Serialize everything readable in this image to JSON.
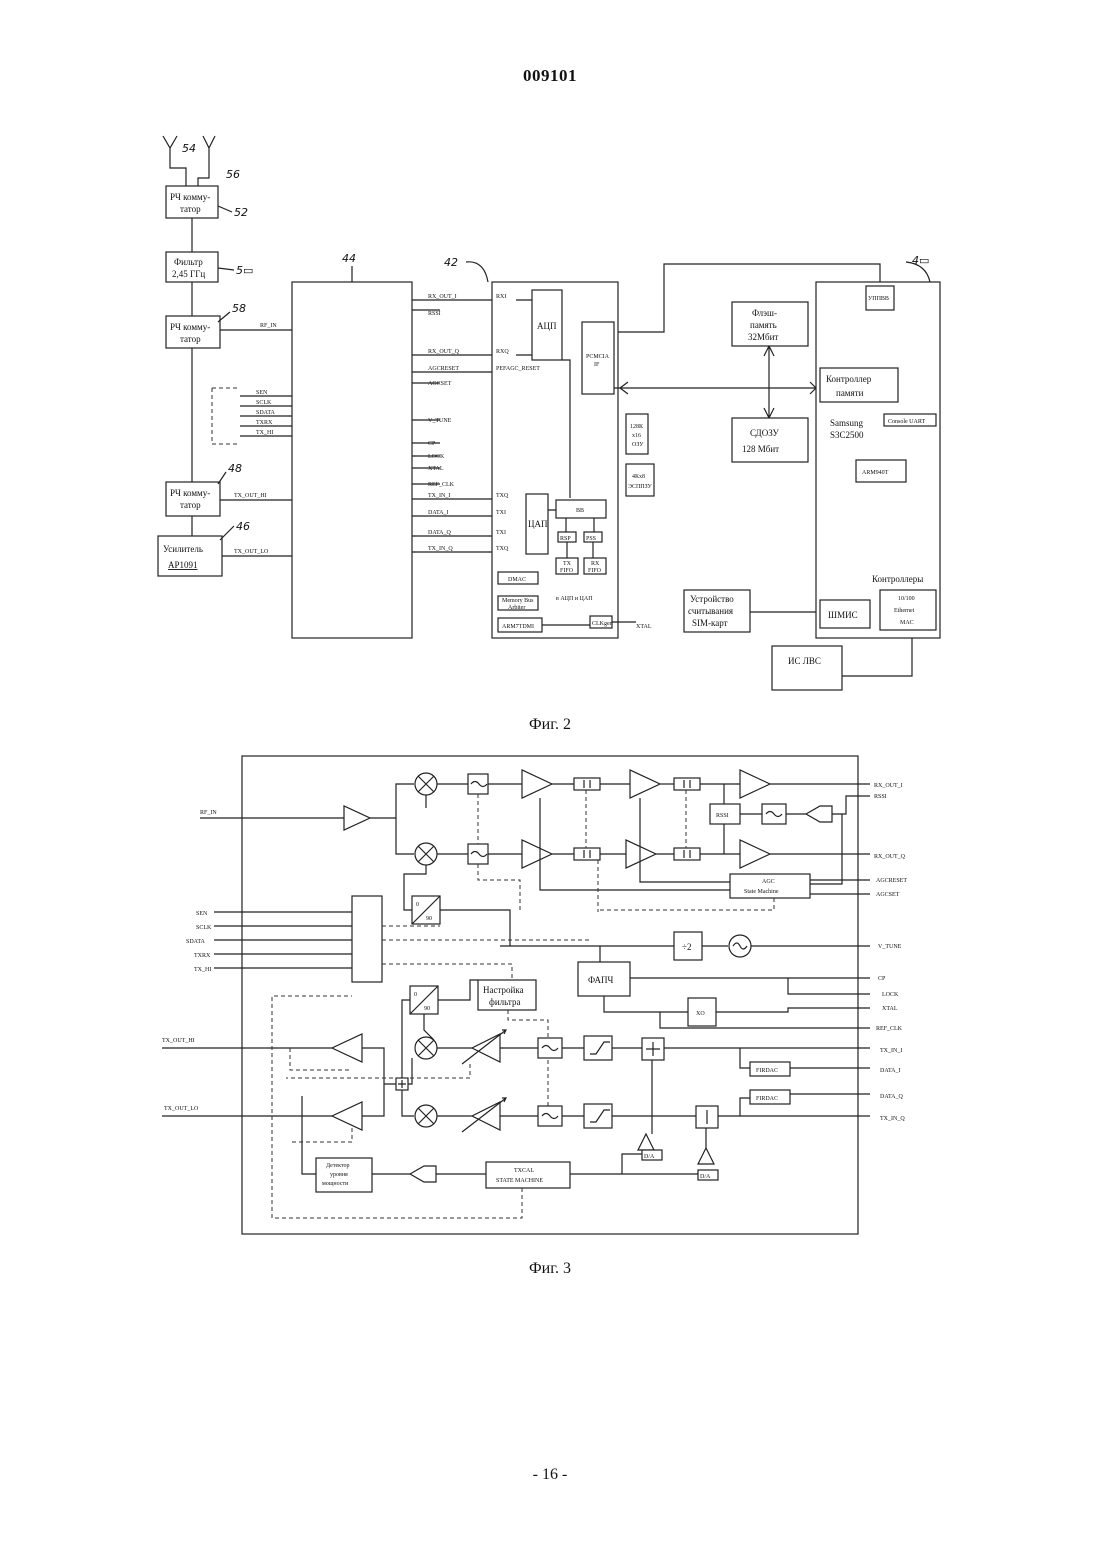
{
  "page": {
    "doc_number": "009101",
    "page_number": "- 16 -"
  },
  "fig2": {
    "caption": "Фиг. 2",
    "ref_54": "54",
    "ref_56": "56",
    "ref_52": "52",
    "ref_50": "5▭",
    "ref_58": "58",
    "ref_48": "48",
    "ref_46": "46",
    "ref_44": "44",
    "ref_42": "42",
    "ref_40": "4▭",
    "rf_switch_top": [
      "РЧ комму-",
      "татор"
    ],
    "filter": [
      "Фильтр",
      "2,45 ГГц"
    ],
    "rf_switch_mid": [
      "РЧ комму-",
      "татор"
    ],
    "rf_switch_low": [
      "РЧ комму-",
      "татор"
    ],
    "amplifier": [
      "Усилитель",
      "AP1091"
    ],
    "sig_rf_in": "RF_IN",
    "sig_tx_out_hi": "TX_OUT_HI",
    "sig_tx_out_lo": "TX_OUT_LO",
    "left_pins": [
      "SEN",
      "SCLK",
      "SDATA",
      "TXRX",
      "TX_HI"
    ],
    "chip44_right_pins": [
      "RX_OUT_I",
      "RSSI",
      "RX_OUT_Q",
      "AGCRESET",
      "AGCSET",
      "V_TUNE",
      "CP",
      "LOCK",
      "XTAL",
      "REF_CLK",
      "TX_IN_I",
      "DATA_I",
      "DATA_Q",
      "TX_IN_Q"
    ],
    "chip42_left_pins": [
      "RXI",
      "RXQ",
      "PEFAGC_RESET",
      "TXQ",
      "TXI",
      "TXI",
      "TXQ"
    ],
    "adc": "АЦП",
    "dac": "ЦАП",
    "pcmcia": [
      "PCMCIA",
      "IF"
    ],
    "bb": "BB",
    "rsp": "RSP",
    "pss": "PSS",
    "tx_fifo": [
      "TX",
      "FIFO"
    ],
    "rx_fifo": [
      "RX",
      "FIFO"
    ],
    "dmac": "DMAC",
    "memory_bus": [
      "Memory Bus",
      "Arbiter"
    ],
    "arm7": "ARM7TDMI",
    "adc_dac": "в АЦП и ЦАП",
    "clkgen": "CLKgen",
    "xtal": "XTAL",
    "ozu": [
      "128К",
      "x16",
      "ОЗУ"
    ],
    "eeprom": [
      "4Кх8",
      "ЭСППЗУ"
    ],
    "flash": [
      "Флэш-",
      "память",
      "32Мбит"
    ],
    "sdram": [
      "СДОЗУ",
      "128 Мбит"
    ],
    "sim": [
      "Устройство",
      "считывания",
      "SIM-карт"
    ],
    "uppv": "УППВВ",
    "mem_ctrl": [
      "Контроллер",
      "памяти"
    ],
    "samsung": [
      "Samsung",
      "S3C2500"
    ],
    "console_uart": "Console UART",
    "arm940": "ARM940T",
    "controllers": "Контроллеры",
    "shmis": "ШМИС",
    "mac": [
      "10/100",
      "Ethernet",
      "MAC"
    ],
    "lan_ic": "ИС ЛВС"
  },
  "fig3": {
    "caption": "Фиг. 3",
    "rf_in": "RF_IN",
    "ctrl_pins": [
      "SEN",
      "SCLK",
      "SDATA",
      "TXRX",
      "TX_HI"
    ],
    "out_rx_i": "RX_OUT_I",
    "out_rssi": "RSSI",
    "out_rx_q": "RX_OUT_Q",
    "agcreset": "AGCRESET",
    "agcset": "AGCSET",
    "v_tune": "V_TUNE",
    "cp": "CP",
    "lock": "LOCK",
    "xtal": "XTAL",
    "ref_clk": "REF_CLK",
    "tx_in_i": "TX_IN_I",
    "data_i": "DATA_I",
    "data_q": "DATA_Q",
    "tx_in_q": "TX_IN_Q",
    "tx_out_hi": "TX_OUT_HI",
    "tx_out_lo": "TX_OUT_LO",
    "rssi_box": "RSSI",
    "agc_sm": [
      "AGC",
      "State Machine"
    ],
    "div2": "÷2",
    "pll": "ФАПЧ",
    "filter_tune": [
      "Настройка",
      "фильтра"
    ],
    "xo": "XO",
    "firdac": "FIRDAC",
    "power_det": [
      "Детектор",
      "уровня",
      "мощности"
    ],
    "txcal": [
      "TXCAL",
      "STATE MACHINE"
    ],
    "da": "D/A",
    "phase0": "0",
    "phase90": "90"
  }
}
